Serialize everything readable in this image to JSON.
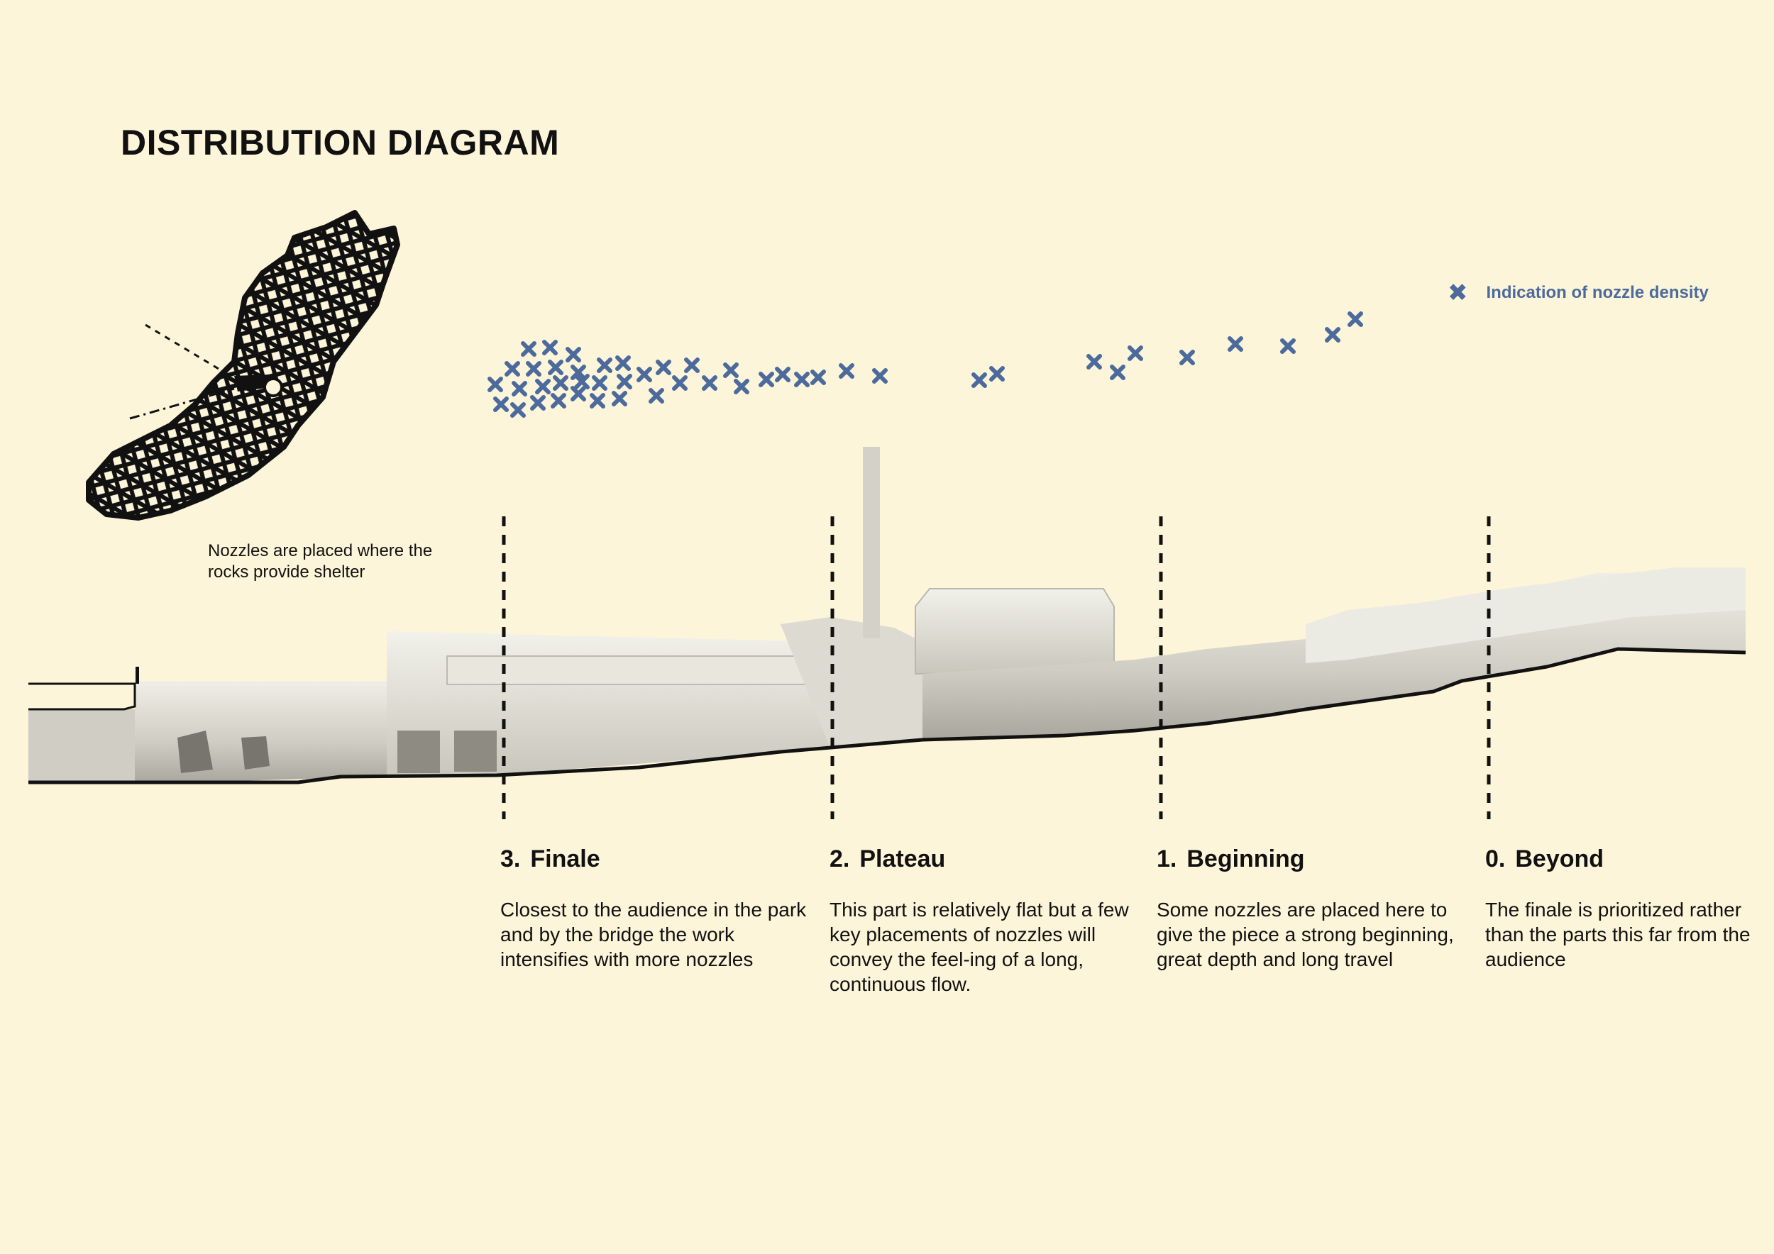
{
  "title": "DISTRIBUTION DIAGRAM",
  "legend": {
    "symbol": "✖",
    "label": "Indication of nozzle density"
  },
  "rock_note": "Nozzles are placed where the rocks provide shelter",
  "stages": [
    {
      "number": "3.",
      "name": "Finale",
      "text": "Closest to the audience in the park and by the bridge the work intensifies with more nozzles"
    },
    {
      "number": "2.",
      "name": "Plateau",
      "text": "This part is relatively flat but a few key placements of nozzles will convey the feel-ing of a long, continuous flow."
    },
    {
      "number": "1.",
      "name": "Beginning",
      "text": "Some nozzles are placed here to give the piece a strong beginning, great depth and long travel"
    },
    {
      "number": "0.",
      "name": "Beyond",
      "text": "The finale is prioritized rather than the parts this far from the audience"
    }
  ],
  "colors": {
    "background": "#fdf5d9",
    "nozzle": "#4c6b9c",
    "ink": "#111111",
    "terrain": "#d8d6cc"
  },
  "icons": {
    "nozzle_marker": "cross-icon",
    "rock": "rock-mesh-icon"
  }
}
